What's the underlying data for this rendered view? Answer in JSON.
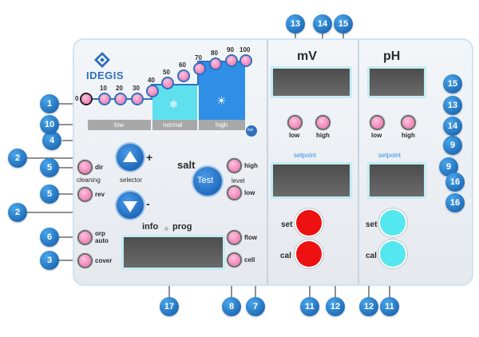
{
  "brand": "IDEGIS",
  "scale": {
    "values": [
      "0",
      "10",
      "20",
      "30",
      "40",
      "50",
      "60",
      "70",
      "80",
      "90",
      "100"
    ],
    "zones": [
      "low",
      "normal",
      "high"
    ],
    "ind_label": "ind"
  },
  "salt": {
    "label": "salt",
    "test_label": "Test"
  },
  "selector": {
    "label": "selector",
    "plus": "+",
    "minus": "-",
    "dir_label": "dir",
    "cleaning_label": "cleaning",
    "rev_label": "rev"
  },
  "level": {
    "high": "high",
    "label": "level",
    "low": "low"
  },
  "status": {
    "orp_auto": "orp\nauto",
    "cover": "cover",
    "flow": "flow",
    "cell": "cell"
  },
  "info": {
    "info": "info",
    "prog": "prog"
  },
  "mv": {
    "title": "mV",
    "low": "low",
    "high": "high",
    "setpoint": "setpoint",
    "set": "set",
    "cal": "cal",
    "button_color": "#ee1111"
  },
  "ph": {
    "title": "pH",
    "low": "low",
    "high": "high",
    "setpoint": "setpoint",
    "set": "set",
    "cal": "cal",
    "button_color": "#55e7ef"
  },
  "callouts": [
    "1",
    "2",
    "2",
    "3",
    "4",
    "5",
    "5",
    "6",
    "7",
    "8",
    "9",
    "9",
    "10",
    "11",
    "11",
    "12",
    "12",
    "13",
    "13",
    "14",
    "14",
    "15",
    "15",
    "16",
    "16",
    "17"
  ],
  "colors": {
    "accent_blue": "#2f6fbd",
    "normal_zone": "#5fe0ee",
    "high_zone": "#2f8fe6",
    "display": "#555555"
  }
}
